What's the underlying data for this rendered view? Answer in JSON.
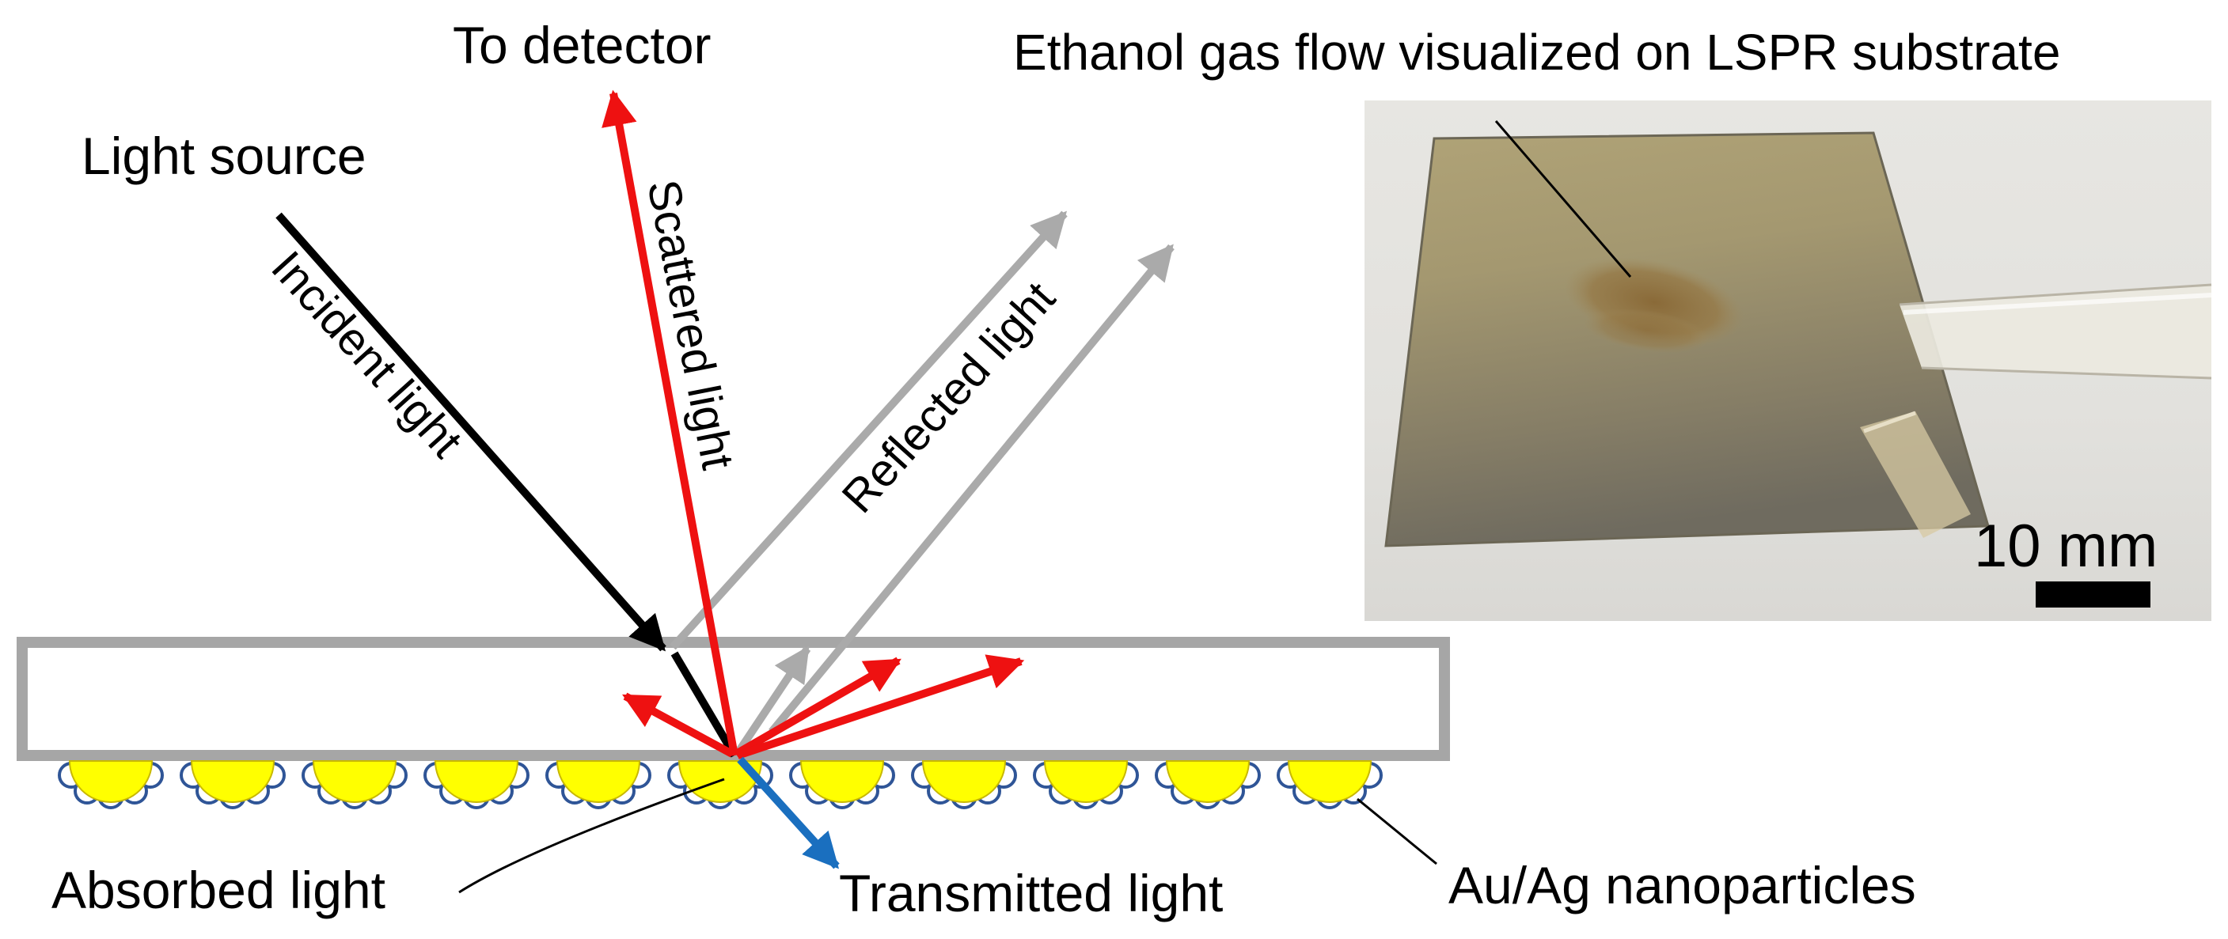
{
  "labels": {
    "to_detector": "To detector",
    "light_source": "Light source",
    "incident_light": "Incident light",
    "scattered_light": "Scattered light",
    "reflected_light": "Reflected light",
    "absorbed_light": "Absorbed light",
    "transmitted_light": "Transmitted light",
    "nanoparticles": "Au/Ag nanoparticles",
    "photo_caption": "Ethanol gas flow visualized on LSPR substrate",
    "scale_bar": "10 mm"
  },
  "colors": {
    "incident": "#000000",
    "scattered": "#ee1111",
    "reflected": "#aaaaaa",
    "transmitted": "#1a6fbf",
    "substrate_border": "#a6a6a6",
    "nanoparticle_core": "#ffff00",
    "nanoparticle_shell": "#2f5597"
  },
  "icons": {
    "photo": "lspr-substrate-photo"
  },
  "nanoparticle_count": 11
}
